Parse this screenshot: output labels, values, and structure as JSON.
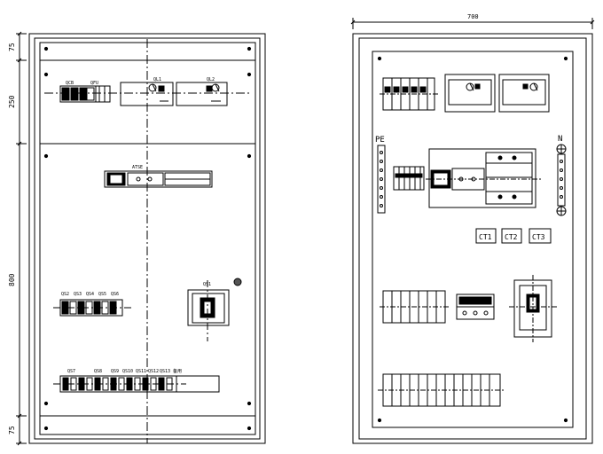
{
  "dimensions": {
    "top_section": "75",
    "upper_panel": "250",
    "main_panel": "800",
    "bottom_section": "75",
    "width": "700"
  },
  "front_view": {
    "breaker_labels_top": [
      "QCB",
      "QFU"
    ],
    "isolator_1": "QL1",
    "isolator_2": "QL2",
    "ats_label": "ATSE",
    "row_mid_labels": [
      "QS2",
      "QS3",
      "QS4",
      "QS5",
      "QS6"
    ],
    "meter_label": "QS1",
    "row_bottom_labels": [
      "QS7",
      "QS8",
      "QS9",
      "QS10",
      "QS11",
      "QS12",
      "QS13"
    ],
    "spare_label": "备用"
  },
  "back_view": {
    "pe_bar": "PE",
    "n_bar": "N",
    "ct_labels": [
      "CT1",
      "CT2",
      "CT3"
    ]
  }
}
